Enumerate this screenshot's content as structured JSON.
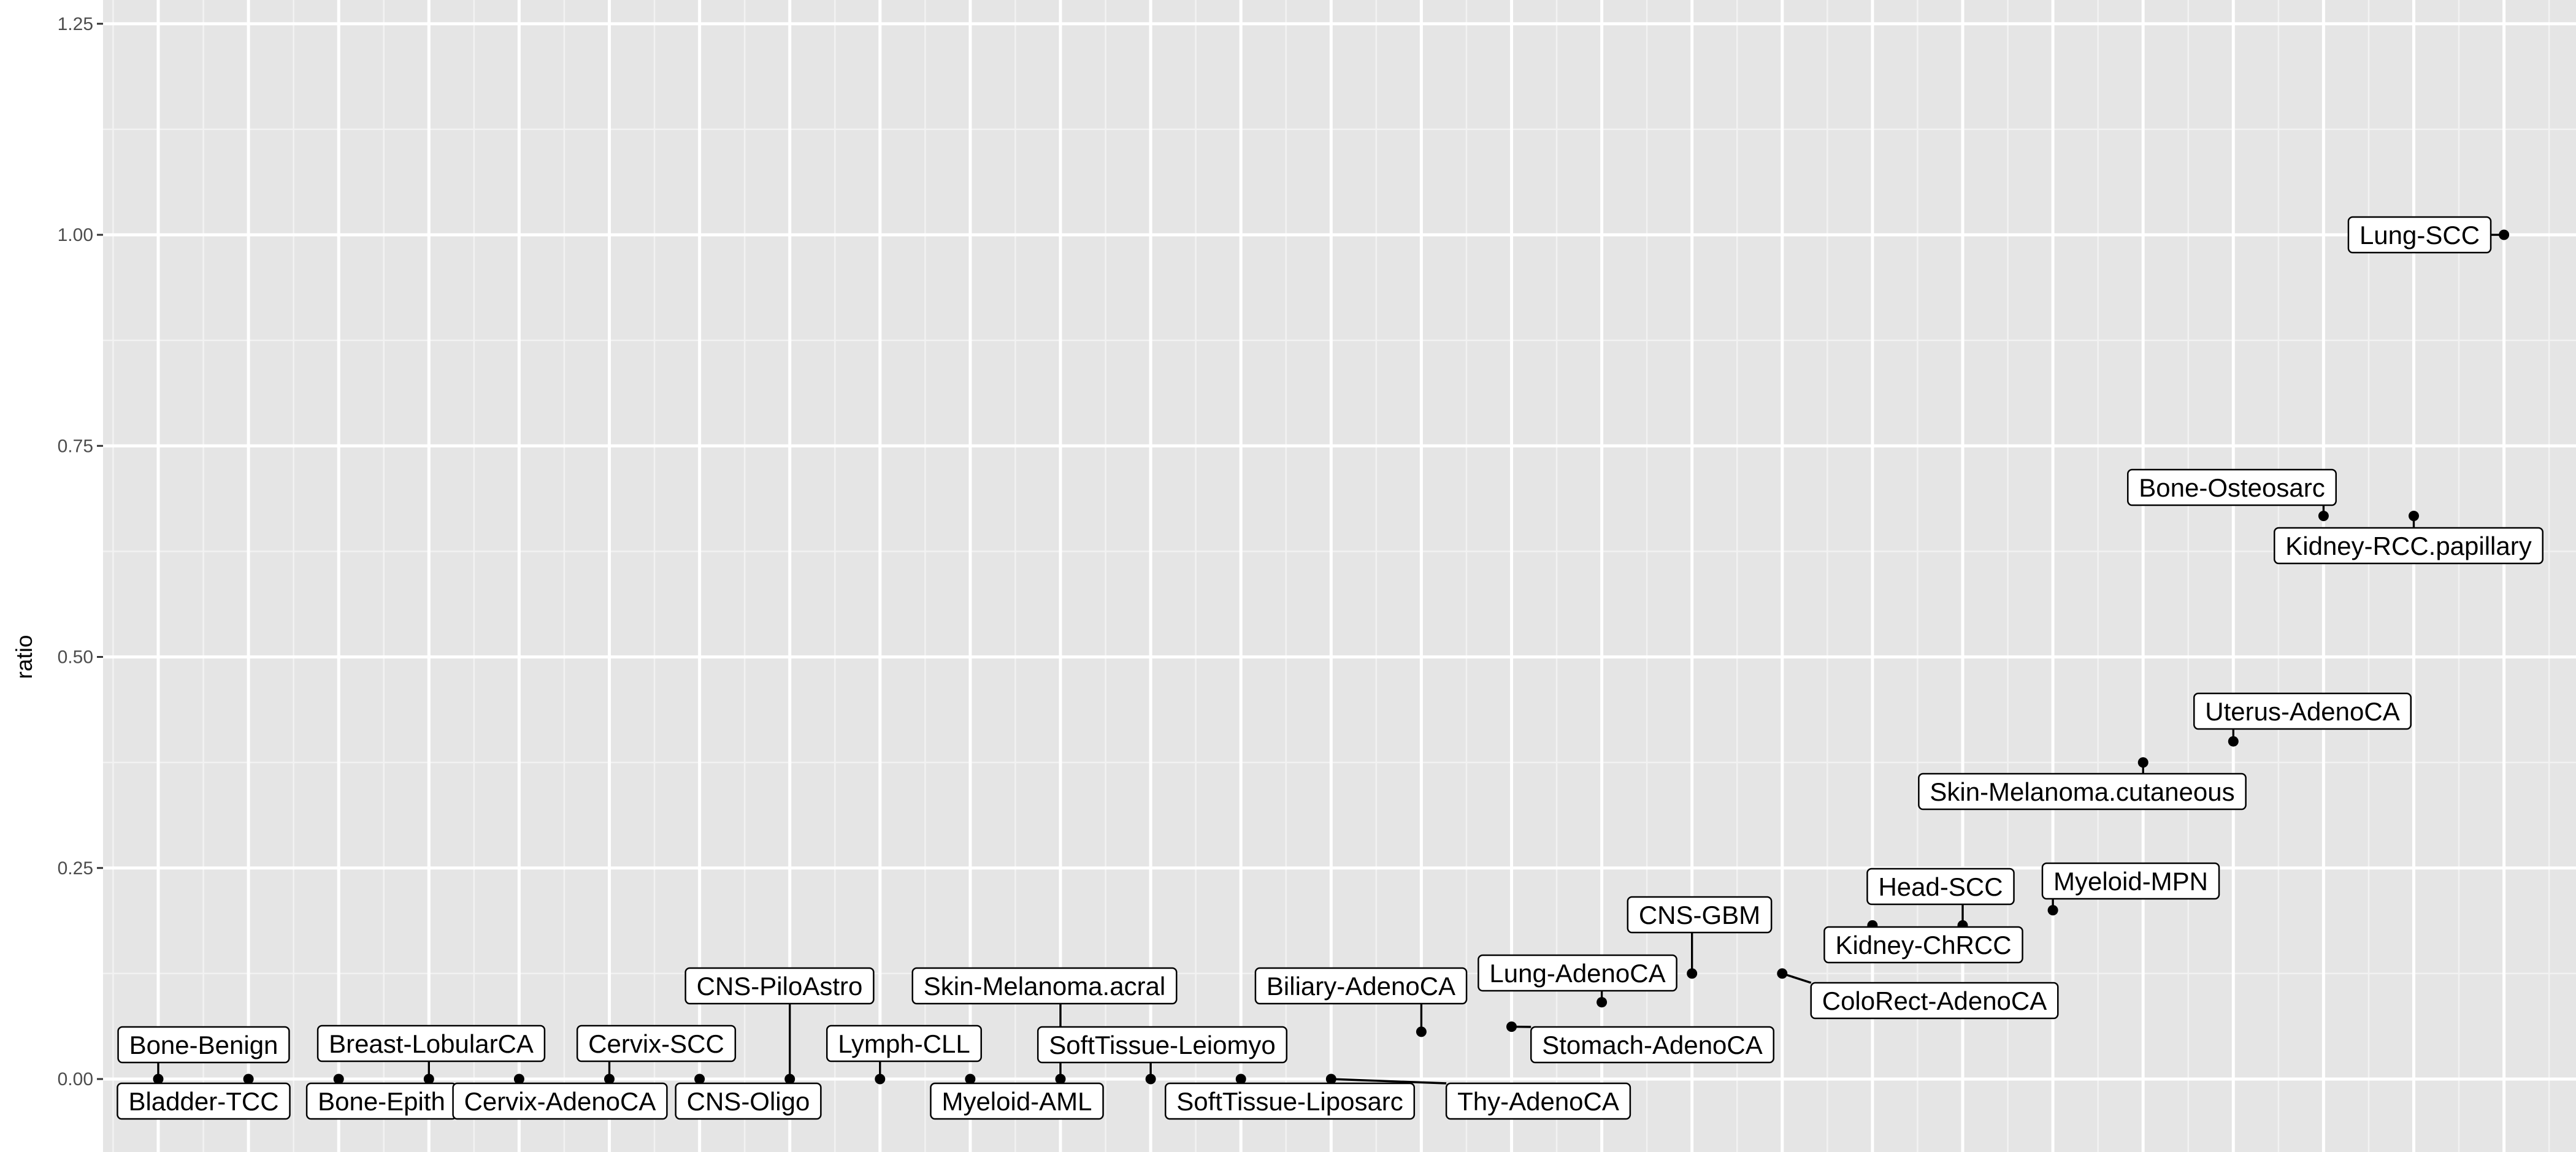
{
  "chart_data": {
    "type": "scatter",
    "title": "",
    "xlabel": "",
    "ylabel": "ratio",
    "ylim": [
      -0.075,
      1.25
    ],
    "y_ticks": [
      "0.00",
      "0.25",
      "0.50",
      "0.75",
      "1.00",
      "1.25"
    ],
    "y_tick_values": [
      0,
      0.25,
      0.5,
      0.75,
      1.0,
      1.25
    ],
    "x_tick_labels_visible": false,
    "grid": true,
    "panel_background": "#e5e5e5",
    "point_color": "#000000",
    "points": [
      {
        "label": "Bone-Benign",
        "rank": 1,
        "ratio": 0.0
      },
      {
        "label": "Bladder-TCC",
        "rank": 2,
        "ratio": 0.0
      },
      {
        "label": "Bone-Epith",
        "rank": 3,
        "ratio": 0.0
      },
      {
        "label": "Breast-LobularCA",
        "rank": 4,
        "ratio": 0.0
      },
      {
        "label": "Cervix-AdenoCA",
        "rank": 5,
        "ratio": 0.0
      },
      {
        "label": "Cervix-SCC",
        "rank": 6,
        "ratio": 0.0
      },
      {
        "label": "CNS-Oligo",
        "rank": 7,
        "ratio": 0.0
      },
      {
        "label": "CNS-PiloAstro",
        "rank": 8,
        "ratio": 0.0
      },
      {
        "label": "Lymph-CLL",
        "rank": 9,
        "ratio": 0.0
      },
      {
        "label": "Myeloid-AML",
        "rank": 10,
        "ratio": 0.0
      },
      {
        "label": "Skin-Melanoma.acral",
        "rank": 11,
        "ratio": 0.0
      },
      {
        "label": "SoftTissue-Leiomyo",
        "rank": 12,
        "ratio": 0.0
      },
      {
        "label": "SoftTissue-Liposarc",
        "rank": 13,
        "ratio": 0.0
      },
      {
        "label": "Thy-AdenoCA",
        "rank": 14,
        "ratio": 0.0
      },
      {
        "label": "Biliary-AdenoCA",
        "rank": 15,
        "ratio": 0.056
      },
      {
        "label": "Stomach-AdenoCA",
        "rank": 16,
        "ratio": 0.062
      },
      {
        "label": "Lung-AdenoCA",
        "rank": 17,
        "ratio": 0.091
      },
      {
        "label": "CNS-GBM",
        "rank": 18,
        "ratio": 0.125
      },
      {
        "label": "ColoRect-AdenoCA",
        "rank": 19,
        "ratio": 0.125
      },
      {
        "label": "Kidney-ChRCC",
        "rank": 20,
        "ratio": 0.182
      },
      {
        "label": "Head-SCC",
        "rank": 21,
        "ratio": 0.182
      },
      {
        "label": "Myeloid-MPN",
        "rank": 22,
        "ratio": 0.2
      },
      {
        "label": "Skin-Melanoma.cutaneous",
        "rank": 23,
        "ratio": 0.375
      },
      {
        "label": "Uterus-AdenoCA",
        "rank": 24,
        "ratio": 0.4
      },
      {
        "label": "Bone-Osteosarc",
        "rank": 25,
        "ratio": 0.667
      },
      {
        "label": "Kidney-RCC.papillary",
        "rank": 26,
        "ratio": 0.667
      },
      {
        "label": "Lung-SCC",
        "rank": 27,
        "ratio": 1.0
      }
    ]
  }
}
